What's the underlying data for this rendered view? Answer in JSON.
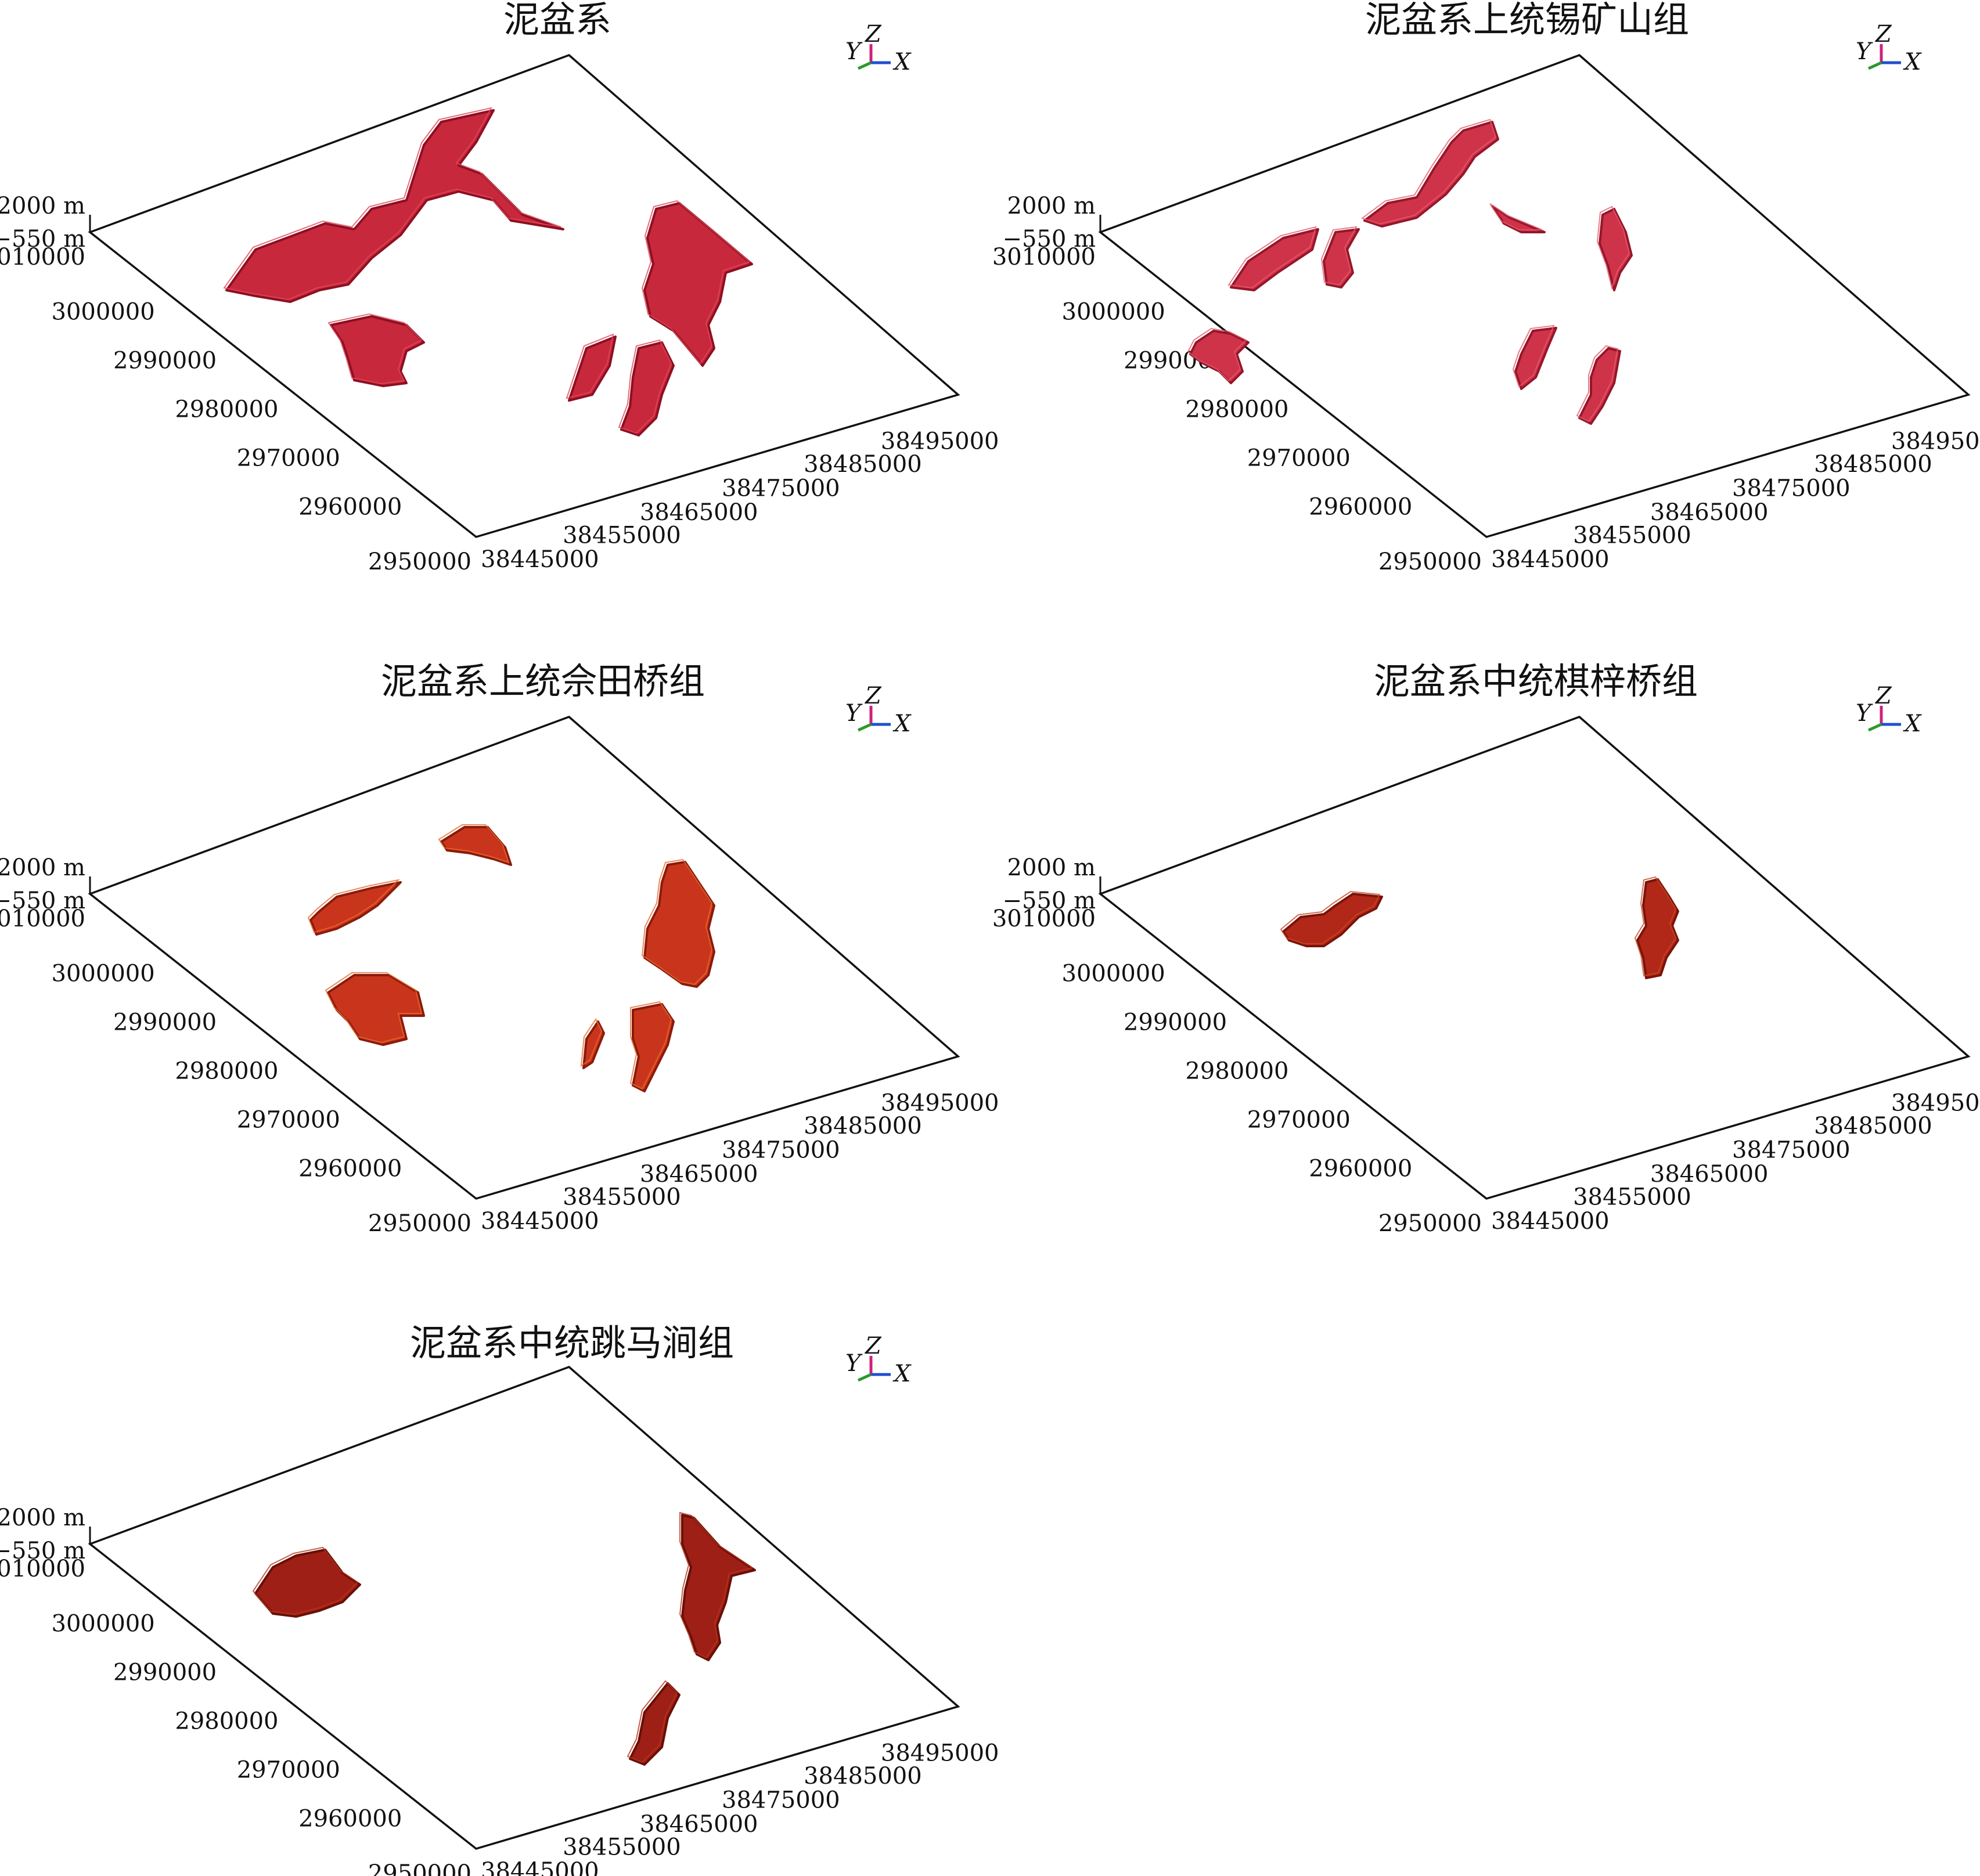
{
  "panels": [
    {
      "id": "p1",
      "title": "泥盆系",
      "colors": {
        "fill": "#c8283c",
        "edge": "#8e0f22",
        "hi": "#e0475a"
      }
    },
    {
      "id": "p2",
      "title": "泥盆系上统锡矿山组",
      "colors": {
        "fill": "#cf3349",
        "edge": "#95162a",
        "hi": "#e65a6b"
      }
    },
    {
      "id": "p3",
      "title": "泥盆系上统佘田桥组",
      "colors": {
        "fill": "#c9351c",
        "edge": "#8a1a0c",
        "hi": "#e96a2a"
      }
    },
    {
      "id": "p4",
      "title": "泥盆系中统棋梓桥组",
      "colors": {
        "fill": "#b12718",
        "edge": "#7a130a",
        "hi": "#c84a22"
      }
    },
    {
      "id": "p5",
      "title": "泥盆系中统跳马涧组",
      "colors": {
        "fill": "#9e1f15",
        "edge": "#680f08",
        "hi": "#b6341c"
      }
    }
  ],
  "z_labels": [
    "2000 m",
    "−550 m"
  ],
  "y_ticks": [
    "3010000",
    "3000000",
    "2990000",
    "2980000",
    "2970000",
    "2960000",
    "2950000"
  ],
  "x_ticks": [
    "38445000",
    "38455000",
    "38465000",
    "38475000",
    "38485000",
    "38495000"
  ],
  "axis_triad": {
    "y": "Y",
    "z": "Z",
    "x": "X",
    "colors": {
      "y": "#2a9a2a",
      "z": "#d0207a",
      "x": "#2050d0"
    }
  }
}
